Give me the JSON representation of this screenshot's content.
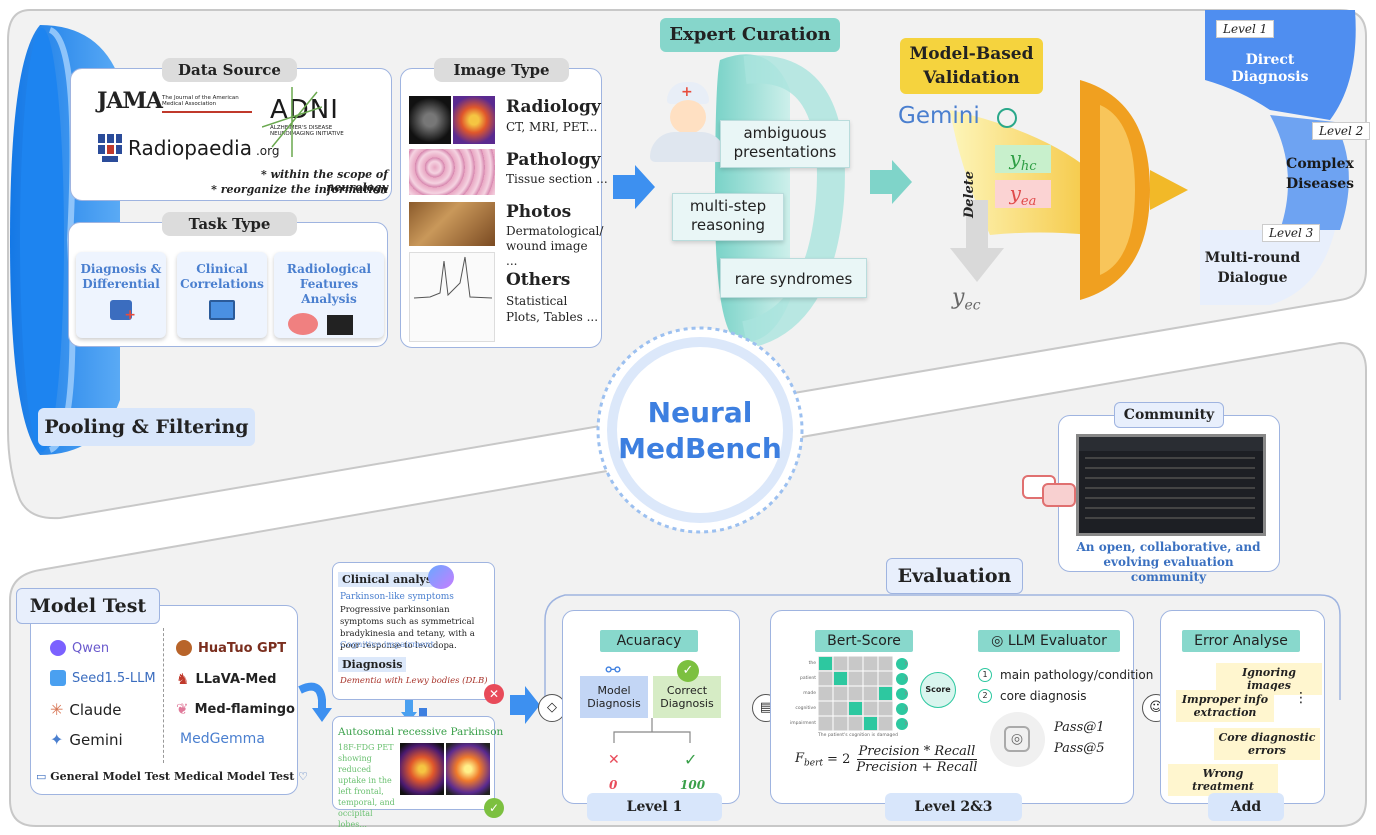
{
  "pooling": {
    "label": "Pooling & Filtering",
    "data_source": {
      "title": "Data Source",
      "jama": "JAMA",
      "jama_sub": "The Journal of the American Medical Association",
      "adni": "ADNI",
      "adni_sub": "ALZHEIMER'S DISEASE NEUROIMAGING INITIATIVE",
      "radiopaedia": "Radiopaedia",
      "radiopaedia_org": ".org",
      "note1": "* within the scope of neurology",
      "note2": "* reorganize the information"
    },
    "task_type": {
      "title": "Task Type",
      "items": [
        "Diagnosis & Differential",
        "Clinical Correlations",
        "Radiological Features Analysis"
      ]
    },
    "image_type": {
      "title": "Image Type",
      "items": [
        {
          "name": "Radiology",
          "desc": "CT, MRI, PET..."
        },
        {
          "name": "Pathology",
          "desc": "Tissue section ..."
        },
        {
          "name": "Photos",
          "desc": "Dermatological/ wound image ..."
        },
        {
          "name": "Others",
          "desc": "Statistical Plots, Tables ..."
        }
      ]
    }
  },
  "curation": {
    "title": "Expert Curation",
    "tags": [
      "ambiguous presentations",
      "multi-step reasoning",
      "rare syndromes"
    ]
  },
  "validation": {
    "title": "Model-Based Validation",
    "gemini": "Gemini",
    "y_hc": "y",
    "y_hc_sub": "hc",
    "y_ea": "y",
    "y_ea_sub": "ea",
    "delete": "Delete",
    "y_ec": "y",
    "y_ec_sub": "ec"
  },
  "levels": [
    {
      "tag": "Level 1",
      "label": "Direct Diagnosis"
    },
    {
      "tag": "Level 2",
      "label": "Complex Diseases"
    },
    {
      "tag": "Level 3",
      "label": "Multi-round Dialogue"
    }
  ],
  "center": {
    "line1": "Neural",
    "line2": "MedBench"
  },
  "community": {
    "title": "Community",
    "caption": "An open, collaborative, and evolving evaluation community"
  },
  "model_test": {
    "title": "Model Test",
    "general": [
      "Qwen",
      "Seed1.5-LLM",
      "Claude",
      "Gemini"
    ],
    "medical": [
      "HuaTuo GPT",
      "LLaVA-Med",
      "Med-flamingo",
      "MedGemma"
    ],
    "general_label": "General Model Test",
    "medical_label": "Medical Model Test"
  },
  "case": {
    "clinical_title": "Clinical analysis",
    "symptom_head": "Parkinson-like symptoms",
    "symptom_text": "Progressive parkinsonian symptoms such as symmetrical bradykinesia and tetany, with a poor response to levodopa.",
    "cognitive": "Cognitive impairment",
    "diagnosis_title": "Diagnosis",
    "diagnosis_text": "Dementia with Lewy bodies (DLB)",
    "correct_title": "Autosomal recessive Parkinson",
    "correct_text": "18F-FDG PET showing reduced uptake in the left frontal, temporal, and occipital lobes..."
  },
  "evaluation": {
    "title": "Evaluation",
    "level1": {
      "header": "Acuaracy",
      "model_diag": "Model Diagnosis",
      "correct_diag": "Correct Diagnosis",
      "zero": "0",
      "hundred": "100",
      "footer": "Level 1"
    },
    "level23": {
      "bert": "Bert-Score",
      "llm_eval": "LLM Evaluator",
      "score": "Score",
      "rows": [
        "the",
        "patient",
        "made",
        "cognitive",
        "impairment"
      ],
      "cols": [
        "The",
        "patient's",
        "cognition",
        "is",
        "damaged"
      ],
      "criteria": [
        {
          "num": "1",
          "text": "main pathology/condition"
        },
        {
          "num": "2",
          "text": "core diagnosis"
        }
      ],
      "pass1": "Pass@1",
      "pass5": "Pass@5",
      "formula_lhs": "F",
      "formula_sub": "bert",
      "formula_eq": "= 2",
      "formula_num": "Precision * Recall",
      "formula_den": "Precision + Recall",
      "footer": "Level 2&3"
    },
    "add": {
      "header": "Error Analyse",
      "errors": [
        "Ignoring images",
        "Improper info extraction",
        "Core diagnostic errors",
        "Wrong treatment"
      ],
      "dots": "⋮",
      "footer": "Add"
    }
  },
  "colors": {
    "blue": "#3d7fe0",
    "teal": "#7fd4c9",
    "yellow": "#f5d33e",
    "orange": "#f0a020",
    "funnel_blue": "#1e88ef"
  }
}
